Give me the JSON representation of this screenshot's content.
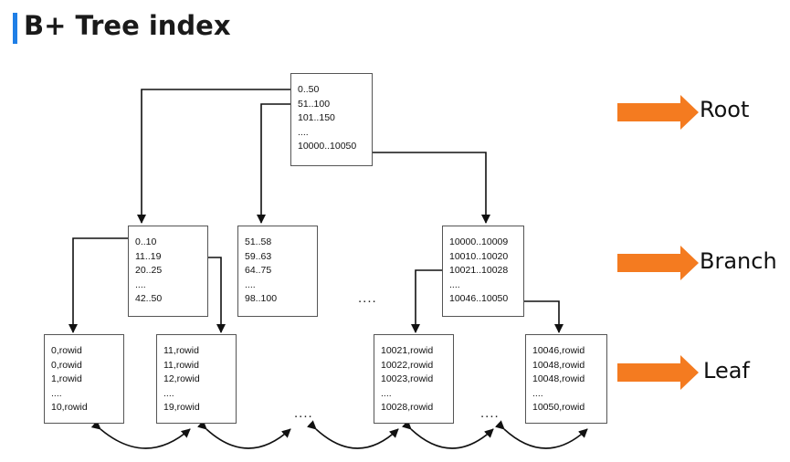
{
  "title": "B+ Tree index",
  "colors": {
    "accent": "#1f7fe6",
    "arrow_fill": "#f47b20"
  },
  "root": {
    "lines": [
      "0..50",
      "51..100",
      "101..150",
      "....",
      "10000..10050"
    ]
  },
  "branches": [
    {
      "lines": [
        "0..10",
        "11..19",
        "20..25",
        "....",
        "42..50"
      ]
    },
    {
      "lines": [
        "51..58",
        "59..63",
        "64..75",
        "....",
        "98..100"
      ]
    },
    {
      "lines": [
        "10000..10009",
        "10010..10020",
        "10021..10028",
        "....",
        "10046..10050"
      ]
    }
  ],
  "leaves": [
    {
      "lines": [
        "0,rowid",
        "0,rowid",
        "1,rowid",
        "....",
        "10,rowid"
      ]
    },
    {
      "lines": [
        "11,rowid",
        "11,rowid",
        "12,rowid",
        "....",
        "19,rowid"
      ]
    },
    {
      "lines": [
        "10021,rowid",
        "10022,rowid",
        "10023,rowid",
        "....",
        "10028,rowid"
      ]
    },
    {
      "lines": [
        "10046,rowid",
        "10048,rowid",
        "10048,rowid",
        "....",
        "10050,rowid"
      ]
    }
  ],
  "ellipses": {
    "branch_gap": "....",
    "leaf_gap_left": "....",
    "leaf_gap_right": "...."
  },
  "levels": {
    "root": "Root",
    "branch": "Branch",
    "leaf": "Leaf"
  }
}
